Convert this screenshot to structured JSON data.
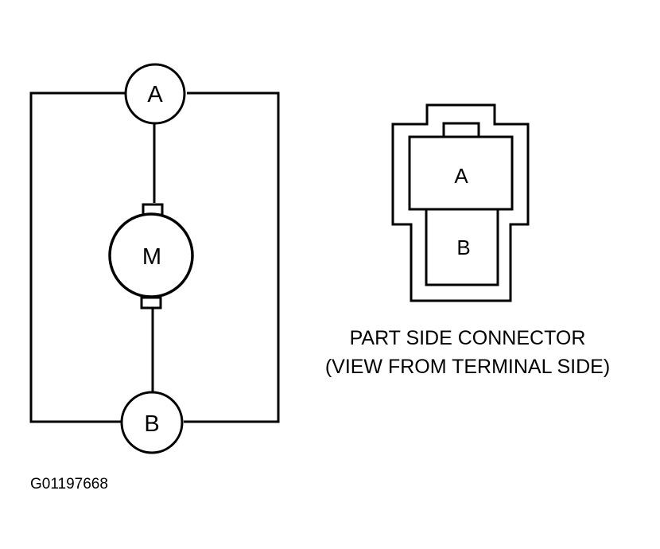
{
  "schematic": {
    "terminal_a_label": "A",
    "terminal_b_label": "B",
    "motor_label": "M"
  },
  "connector": {
    "pin_a_label": "A",
    "pin_b_label": "B",
    "caption_line1": "PART SIDE CONNECTOR",
    "caption_line2": "(VIEW FROM TERMINAL SIDE)"
  },
  "figure_id": "G01197668"
}
